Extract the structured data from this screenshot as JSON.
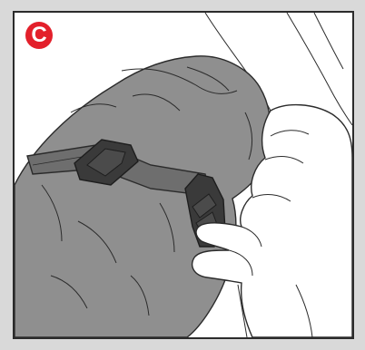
{
  "step": {
    "label": "C",
    "badge_color": "#e3202b"
  },
  "colors": {
    "fabric": "#8f8f8f",
    "strap": "#6e6e6e",
    "buckle": "#3a3a3a",
    "hand": "#ffffff",
    "outline": "#2b2b2b",
    "background": "#ffffff",
    "frame": "#d9d9d9"
  },
  "illustration": {
    "icons": [
      "rolled-bag",
      "strap",
      "strap-buckle",
      "side-release-buckle",
      "hand",
      "arm"
    ]
  }
}
